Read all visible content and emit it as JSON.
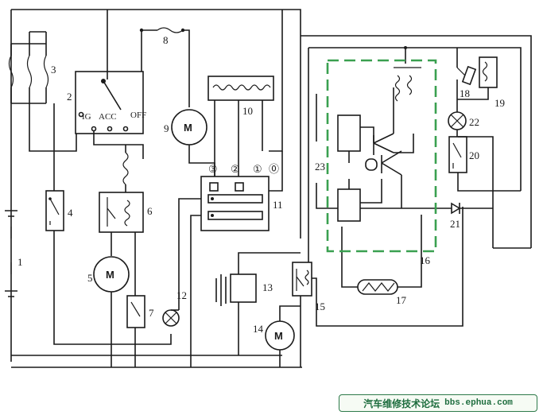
{
  "diagram": {
    "labels": {
      "n1": "1",
      "n2": "2",
      "n3": "3",
      "n4": "4",
      "n5": "5",
      "n6": "6",
      "n7": "7",
      "n8": "8",
      "n9": "9",
      "n10": "10",
      "n11": "11",
      "n12": "12",
      "n13": "13",
      "n14": "14",
      "n15": "15",
      "n16": "16",
      "n17": "17",
      "n18": "18",
      "n19": "19",
      "n20": "20",
      "n21": "21",
      "n22": "22",
      "n23": "23"
    },
    "switch_positions": {
      "ig": "IG",
      "acc": "ACC",
      "off": "OFF"
    },
    "motor_label": "M",
    "terminals": {
      "t3": "③",
      "t2": "②",
      "t1": "①",
      "t0": "⓪"
    }
  },
  "watermark": {
    "text": "汽车维修技术论坛",
    "url": "bbs.ephua.com"
  },
  "colors": {
    "line": "#1a1a1a",
    "dashed_box": "#3aa050",
    "watermark": "#1f6e3f"
  }
}
